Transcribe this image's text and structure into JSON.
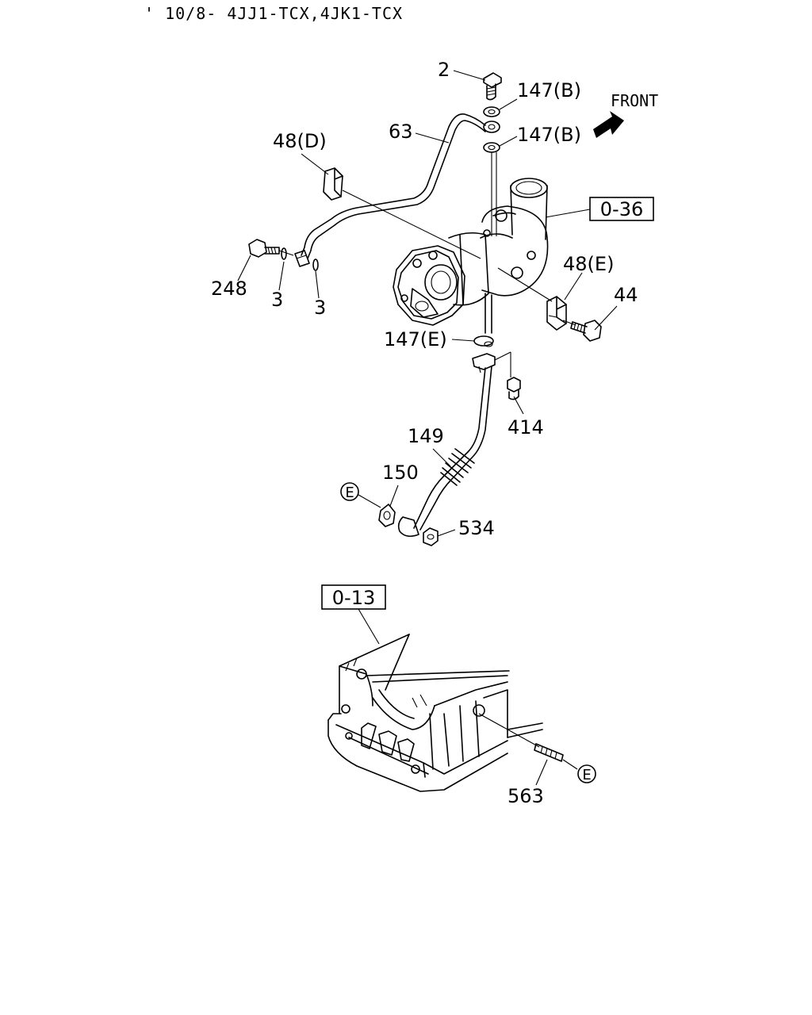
{
  "title": "' 10/8- 4JJ1-TCX,4JK1-TCX",
  "front_label": "FRONT",
  "ref_boxes": {
    "turbo": "0-36",
    "block": "0-13"
  },
  "callouts": {
    "c2": "2",
    "c147b_top": "147(B)",
    "c147b_mid": "147(B)",
    "c63": "63",
    "c48d": "48(D)",
    "c248": "248",
    "c3a": "3",
    "c3b": "3",
    "c48e": "48(E)",
    "c44": "44",
    "c147e": "147(E)",
    "c414": "414",
    "c149": "149",
    "c150": "150",
    "c534": "534",
    "c563": "563"
  },
  "circle_marks": {
    "e1": "E",
    "e2": "E"
  }
}
